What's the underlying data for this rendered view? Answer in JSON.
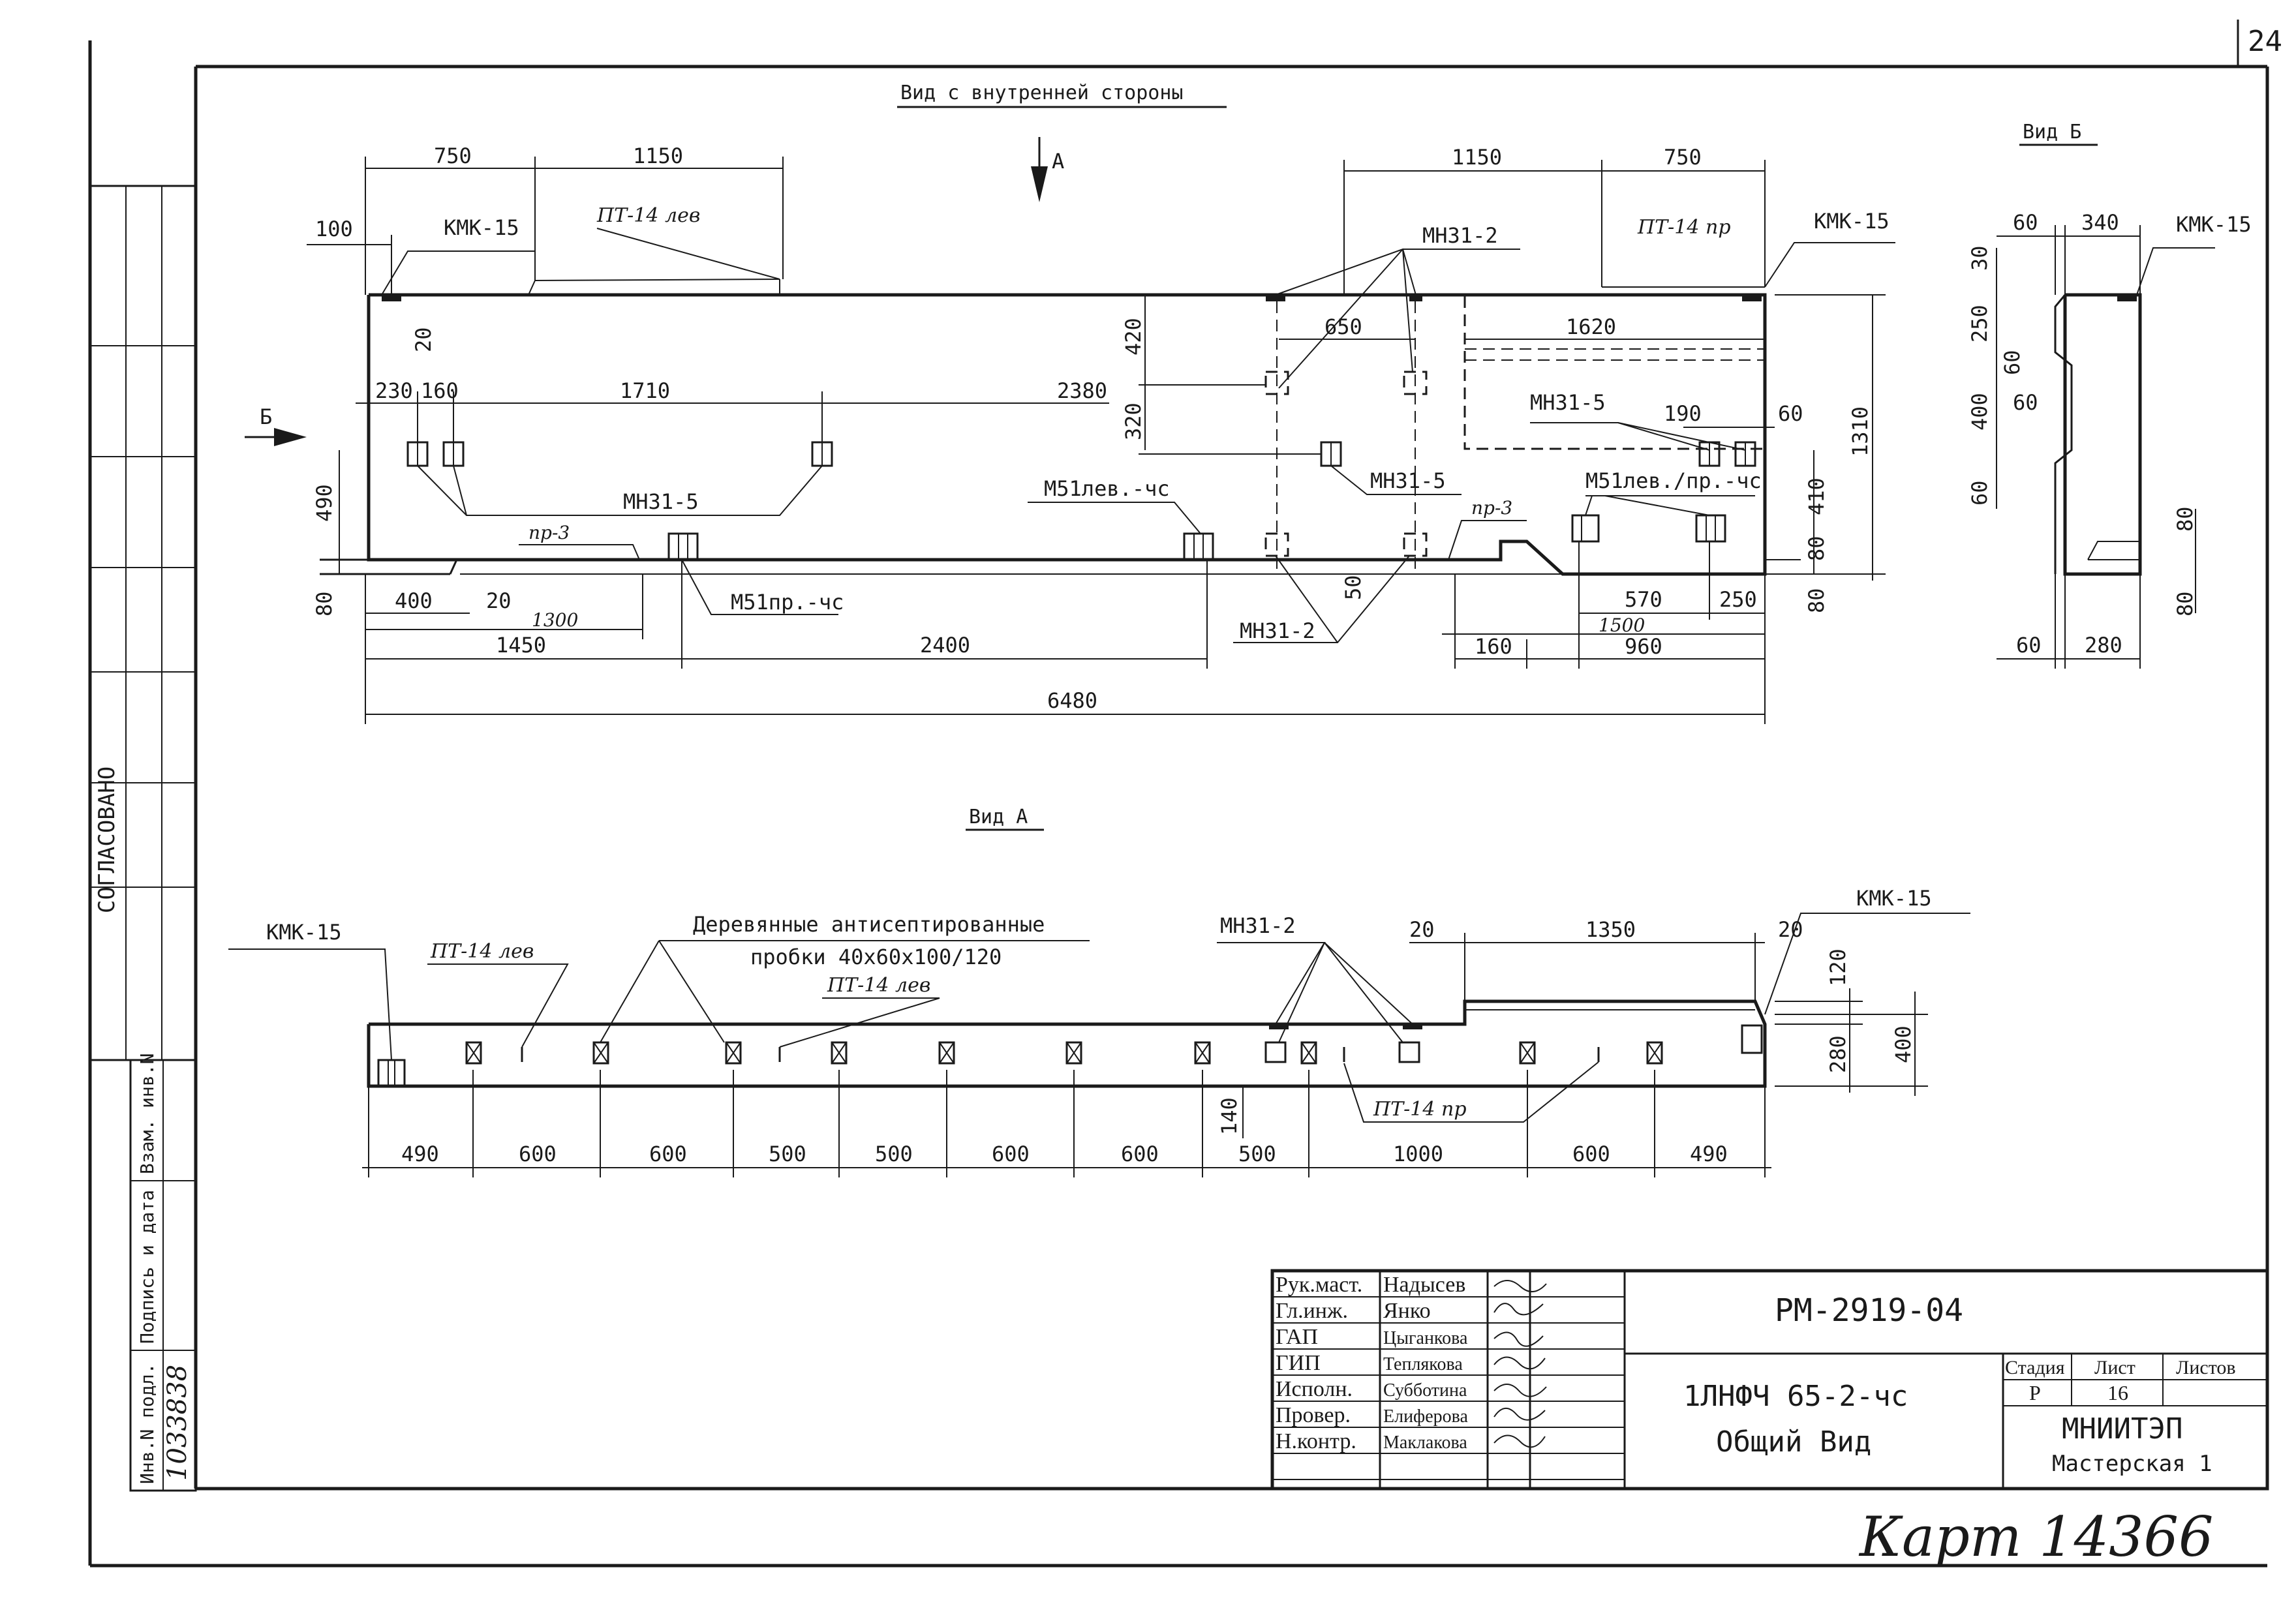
{
  "sheet_number": "24",
  "left_margin": {
    "agreed": "СОГЛАСОВАНО",
    "fields": [
      "Инв.N подл.",
      "Подпись и дата",
      "Взам. инв.N"
    ],
    "inventory_number": "1033838"
  },
  "views": {
    "main": {
      "title": "Вид с внутренней стороны",
      "arrow_a": "А",
      "arrow_b": "Б",
      "labels": {
        "kmk_left": "КМК-15",
        "kmk_right": "КМК-15",
        "pt14_left": "ПТ-14 лев",
        "pt14_right": "ПТ-14 пр",
        "mn31_2_top": "МН31-2",
        "mn31_2_bottom": "МН31-2",
        "mn31_5_left": "МН31-5",
        "mn31_5_mid": "МН31-5",
        "mn31_5_right": "МН31-5",
        "m51_lev": "М51лев.-чс",
        "m51_levpr": "М51лев./пр.-чс",
        "m51_pr": "М51пр.-чс",
        "pr3_left": "пр-3",
        "pr3_right": "пр-3"
      },
      "dims": {
        "top_750_left": "750",
        "top_1150_left": "1150",
        "top_100": "100",
        "top_1150_right": "1150",
        "top_750_right": "750",
        "d20": "20",
        "d420": "420",
        "d650": "650",
        "d1620": "1620",
        "d230": "230",
        "d160": "160",
        "d1710": "1710",
        "d2380": "2380",
        "d320": "320",
        "d190": "190",
        "d60": "60",
        "d1310": "1310",
        "d490": "490",
        "d410": "410",
        "d80_left": "80",
        "d80_r1": "80",
        "d80_r2": "80",
        "d400": "400",
        "d20b": "20",
        "d1300": "1300",
        "d50": "50",
        "d570": "570",
        "d250": "250",
        "d1500": "1500",
        "d1450": "1450",
        "d2400": "2400",
        "d160b": "160",
        "d960": "960",
        "d6480": "6480"
      }
    },
    "view_b": {
      "title": "Вид Б",
      "kmk": "КМК-15",
      "dims": {
        "d60a": "60",
        "d340": "340",
        "d30": "30",
        "d250": "250",
        "d60b": "60",
        "d400": "400",
        "d60c": "60",
        "d60d": "60",
        "d80a": "80",
        "d80b": "80",
        "d60e": "60",
        "d280": "280"
      }
    },
    "view_a": {
      "title": "Вид А",
      "kmk_left": "КМК-15",
      "kmk_right": "КМК-15",
      "pt_lev_1": "ПТ-14 лев",
      "pt_lev_2": "ПТ-14 лев",
      "pt_pr": "ПТ-14 пр",
      "wood_line1": "Деревянные антисептированные",
      "wood_line2": "пробки 40х60х100/120",
      "mn31_2": "МН31-2",
      "dims_top": {
        "d20a": "20",
        "d1350": "1350",
        "d20b": "20"
      },
      "dims_right": {
        "d120": "120",
        "d280": "280",
        "d400": "400",
        "d140": "140"
      },
      "dims_bottom": [
        "490",
        "600",
        "600",
        "500",
        "500",
        "600",
        "600",
        "500",
        "1000",
        "600",
        "490"
      ]
    }
  },
  "title_block": {
    "roles": [
      "Рук.маст.",
      "Гл.инж.",
      "ГАП",
      "ГИП",
      "Исполн.",
      "Провер.",
      "Н.контр."
    ],
    "names": [
      "Надысев",
      "Янко",
      "Цыганкова",
      "Теплякова",
      "Субботина",
      "Елиферова",
      "Маклакова"
    ],
    "doc_code": "РМ-2919-04",
    "product": "1ЛНФЧ 65-2-чс",
    "sheet_title": "Общий Вид",
    "stage_label": "Стадия",
    "sheet_label": "Лист",
    "sheets_label": "Листов",
    "stage": "Р",
    "sheet": "16",
    "org": "МНИИТЭП",
    "workshop": "Мастерская 1"
  },
  "handwritten_note": "Карт 14366"
}
